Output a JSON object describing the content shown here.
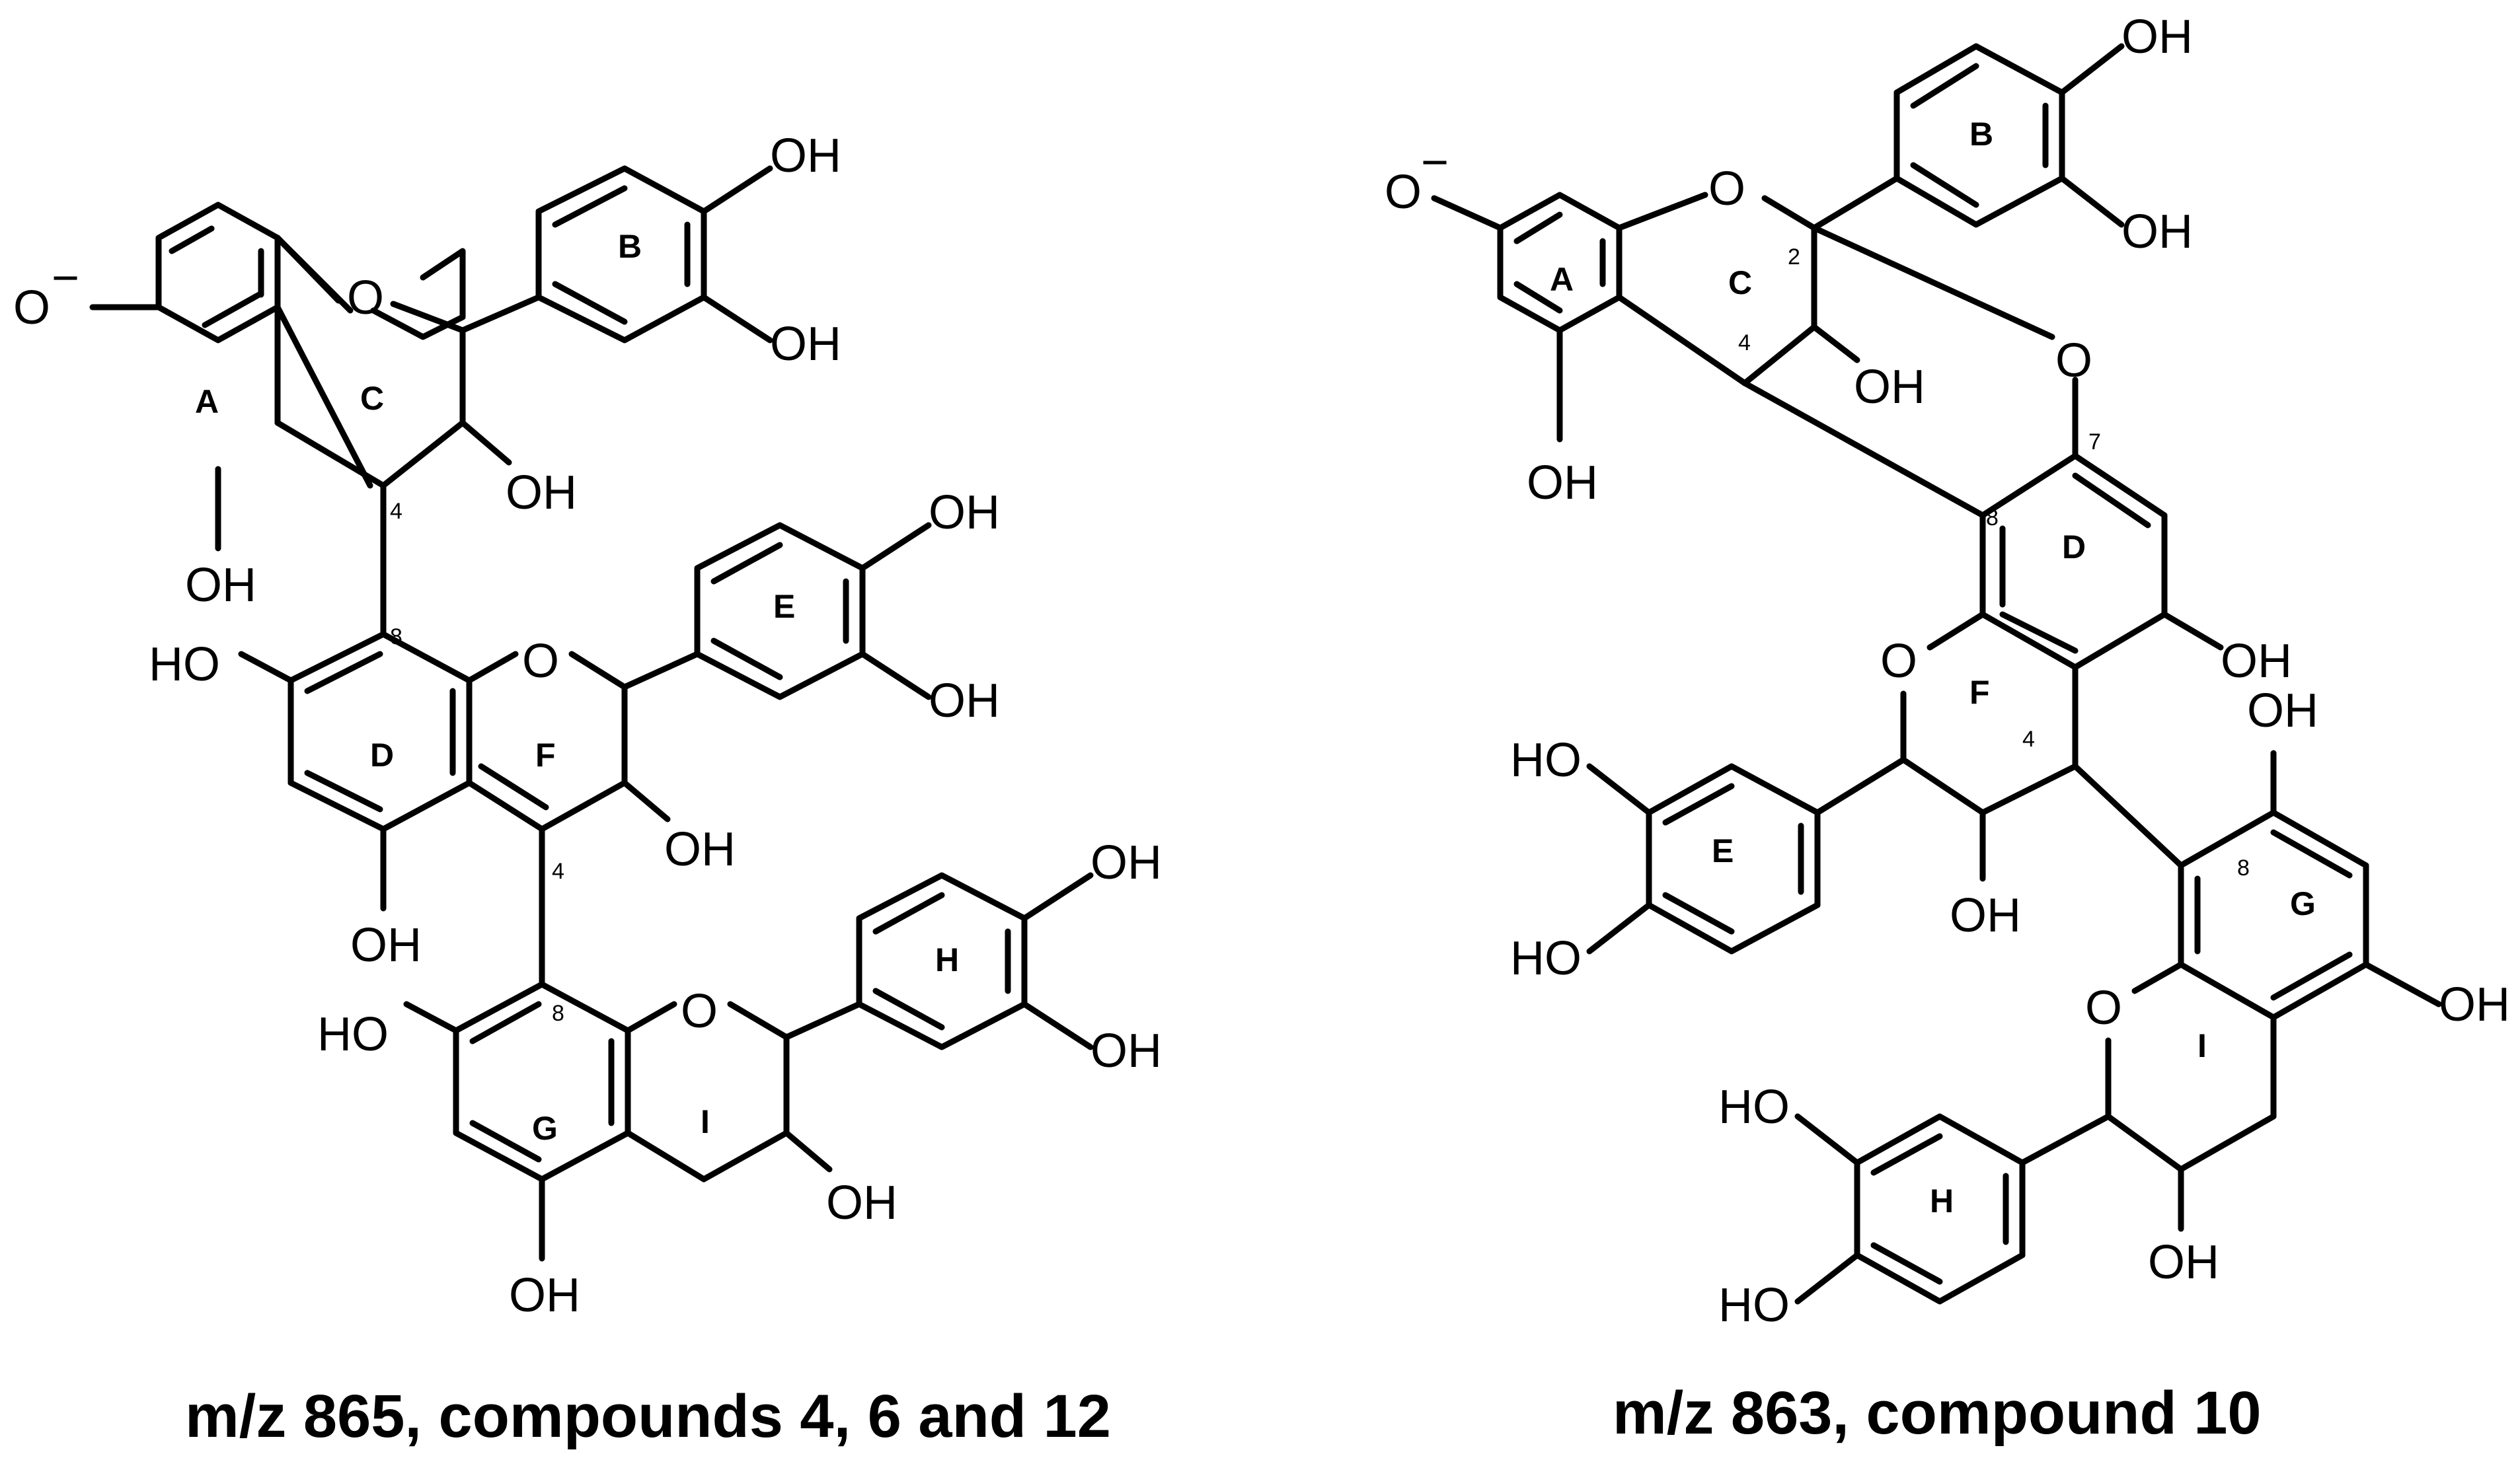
{
  "structures": [
    {
      "caption": "m/z 865, compounds 4, 6 and 12",
      "atoms": {
        "oxide": "O",
        "charge": "−",
        "o_c": "O",
        "oh_b1": "OH",
        "oh_b2": "OH",
        "oh_c3": "OH",
        "oh_a5": "OH",
        "ho_d7": "HO",
        "o_f": "O",
        "oh_e1": "OH",
        "oh_e2": "OH",
        "oh_f3": "OH",
        "oh_d5": "OH",
        "ho_g7": "HO",
        "o_i": "O",
        "oh_h1": "OH",
        "oh_h2": "OH",
        "oh_i3": "OH",
        "oh_g5": "OH"
      },
      "rings": {
        "A": "A",
        "B": "B",
        "C": "C",
        "D": "D",
        "E": "E",
        "F": "F",
        "G": "G",
        "H": "H",
        "I": "I"
      },
      "positions": {
        "c4": "4",
        "d8": "8",
        "f4": "4",
        "g8": "8"
      }
    },
    {
      "caption": "m/z 863, compound 10",
      "atoms": {
        "oxide": "O",
        "charge": "−",
        "o_c": "O",
        "oh_b1": "OH",
        "oh_b2": "OH",
        "oh_c3": "OH",
        "oh_a5": "OH",
        "o_ether": "O",
        "oh_d5": "OH",
        "o_f": "O",
        "ho_e1": "HO",
        "ho_e2": "HO",
        "oh_f3": "OH",
        "oh_g7": "OH",
        "oh_g5": "OH",
        "o_i": "O",
        "ho_h1": "HO",
        "ho_h2": "HO",
        "oh_i3": "OH"
      },
      "rings": {
        "A": "A",
        "B": "B",
        "C": "C",
        "D": "D",
        "E": "E",
        "F": "F",
        "G": "G",
        "H": "H",
        "I": "I"
      },
      "positions": {
        "c2": "2",
        "c4": "4",
        "d7": "7",
        "d8": "8",
        "f4": "4",
        "g8": "8"
      }
    }
  ]
}
